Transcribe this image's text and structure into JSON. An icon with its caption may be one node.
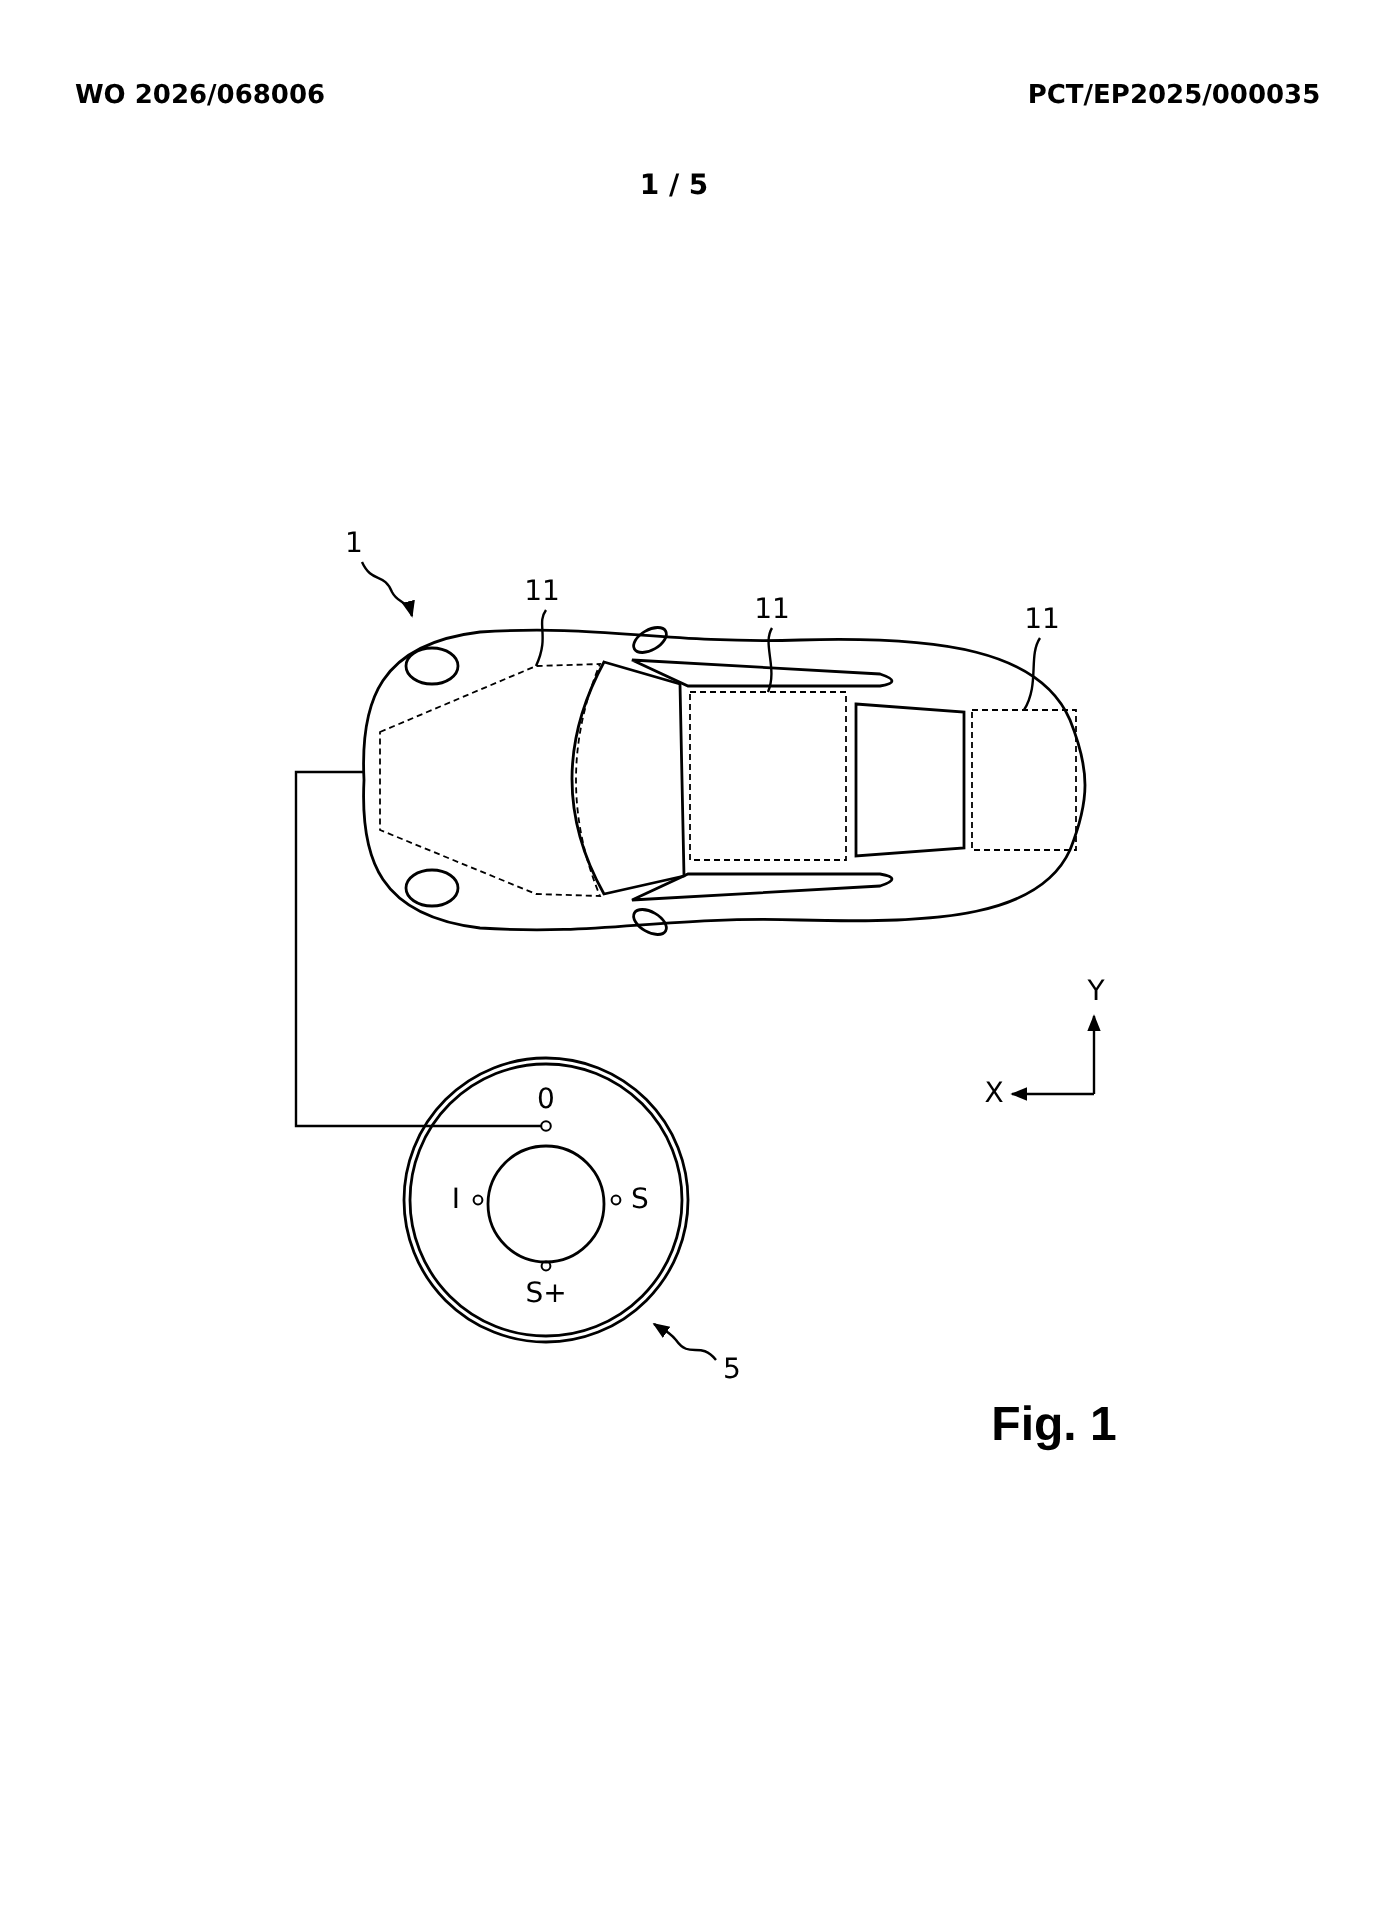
{
  "diagram": {
    "caption": "Fig. 1",
    "nodes": [
      {
        "text": [
          "1"
        ]
      },
      {
        "text": [],
        "shape": "picture"
      },
      {
        "text": [
          "11"
        ]
      },
      {
        "text": [
          "11"
        ]
      },
      {
        "text": [
          "11"
        ]
      },
      {
        "text": [],
        "shape": "box",
        "in": 1
      },
      {
        "text": [],
        "shape": "box",
        "in": 1
      },
      {
        "text": [],
        "shape": "box",
        "in": 1
      },
      {
        "text": [],
        "shape": "circle"
      },
      {
        "text": [],
        "shape": "circle",
        "in": 8
      },
      {
        "text": [
          "5"
        ]
      }
    ],
    "edges": [
      {
        "from": 0,
        "to": 1,
        "arrow": "to"
      },
      {
        "from": 2,
        "to": 5,
        "arrow": "none"
      },
      {
        "from": 3,
        "to": 6,
        "arrow": "none"
      },
      {
        "from": 4,
        "to": 7,
        "arrow": "none"
      },
      {
        "from": 1,
        "to": 9,
        "arrow": "none"
      },
      {
        "from": 10,
        "to": 8,
        "arrow": "to"
      }
    ],
    "labels": [
      "WO 2026/068006",
      "PCT/EP2025/000035",
      "1 / 5",
      "0",
      "I",
      "S",
      "S+",
      "Y",
      "X"
    ]
  }
}
